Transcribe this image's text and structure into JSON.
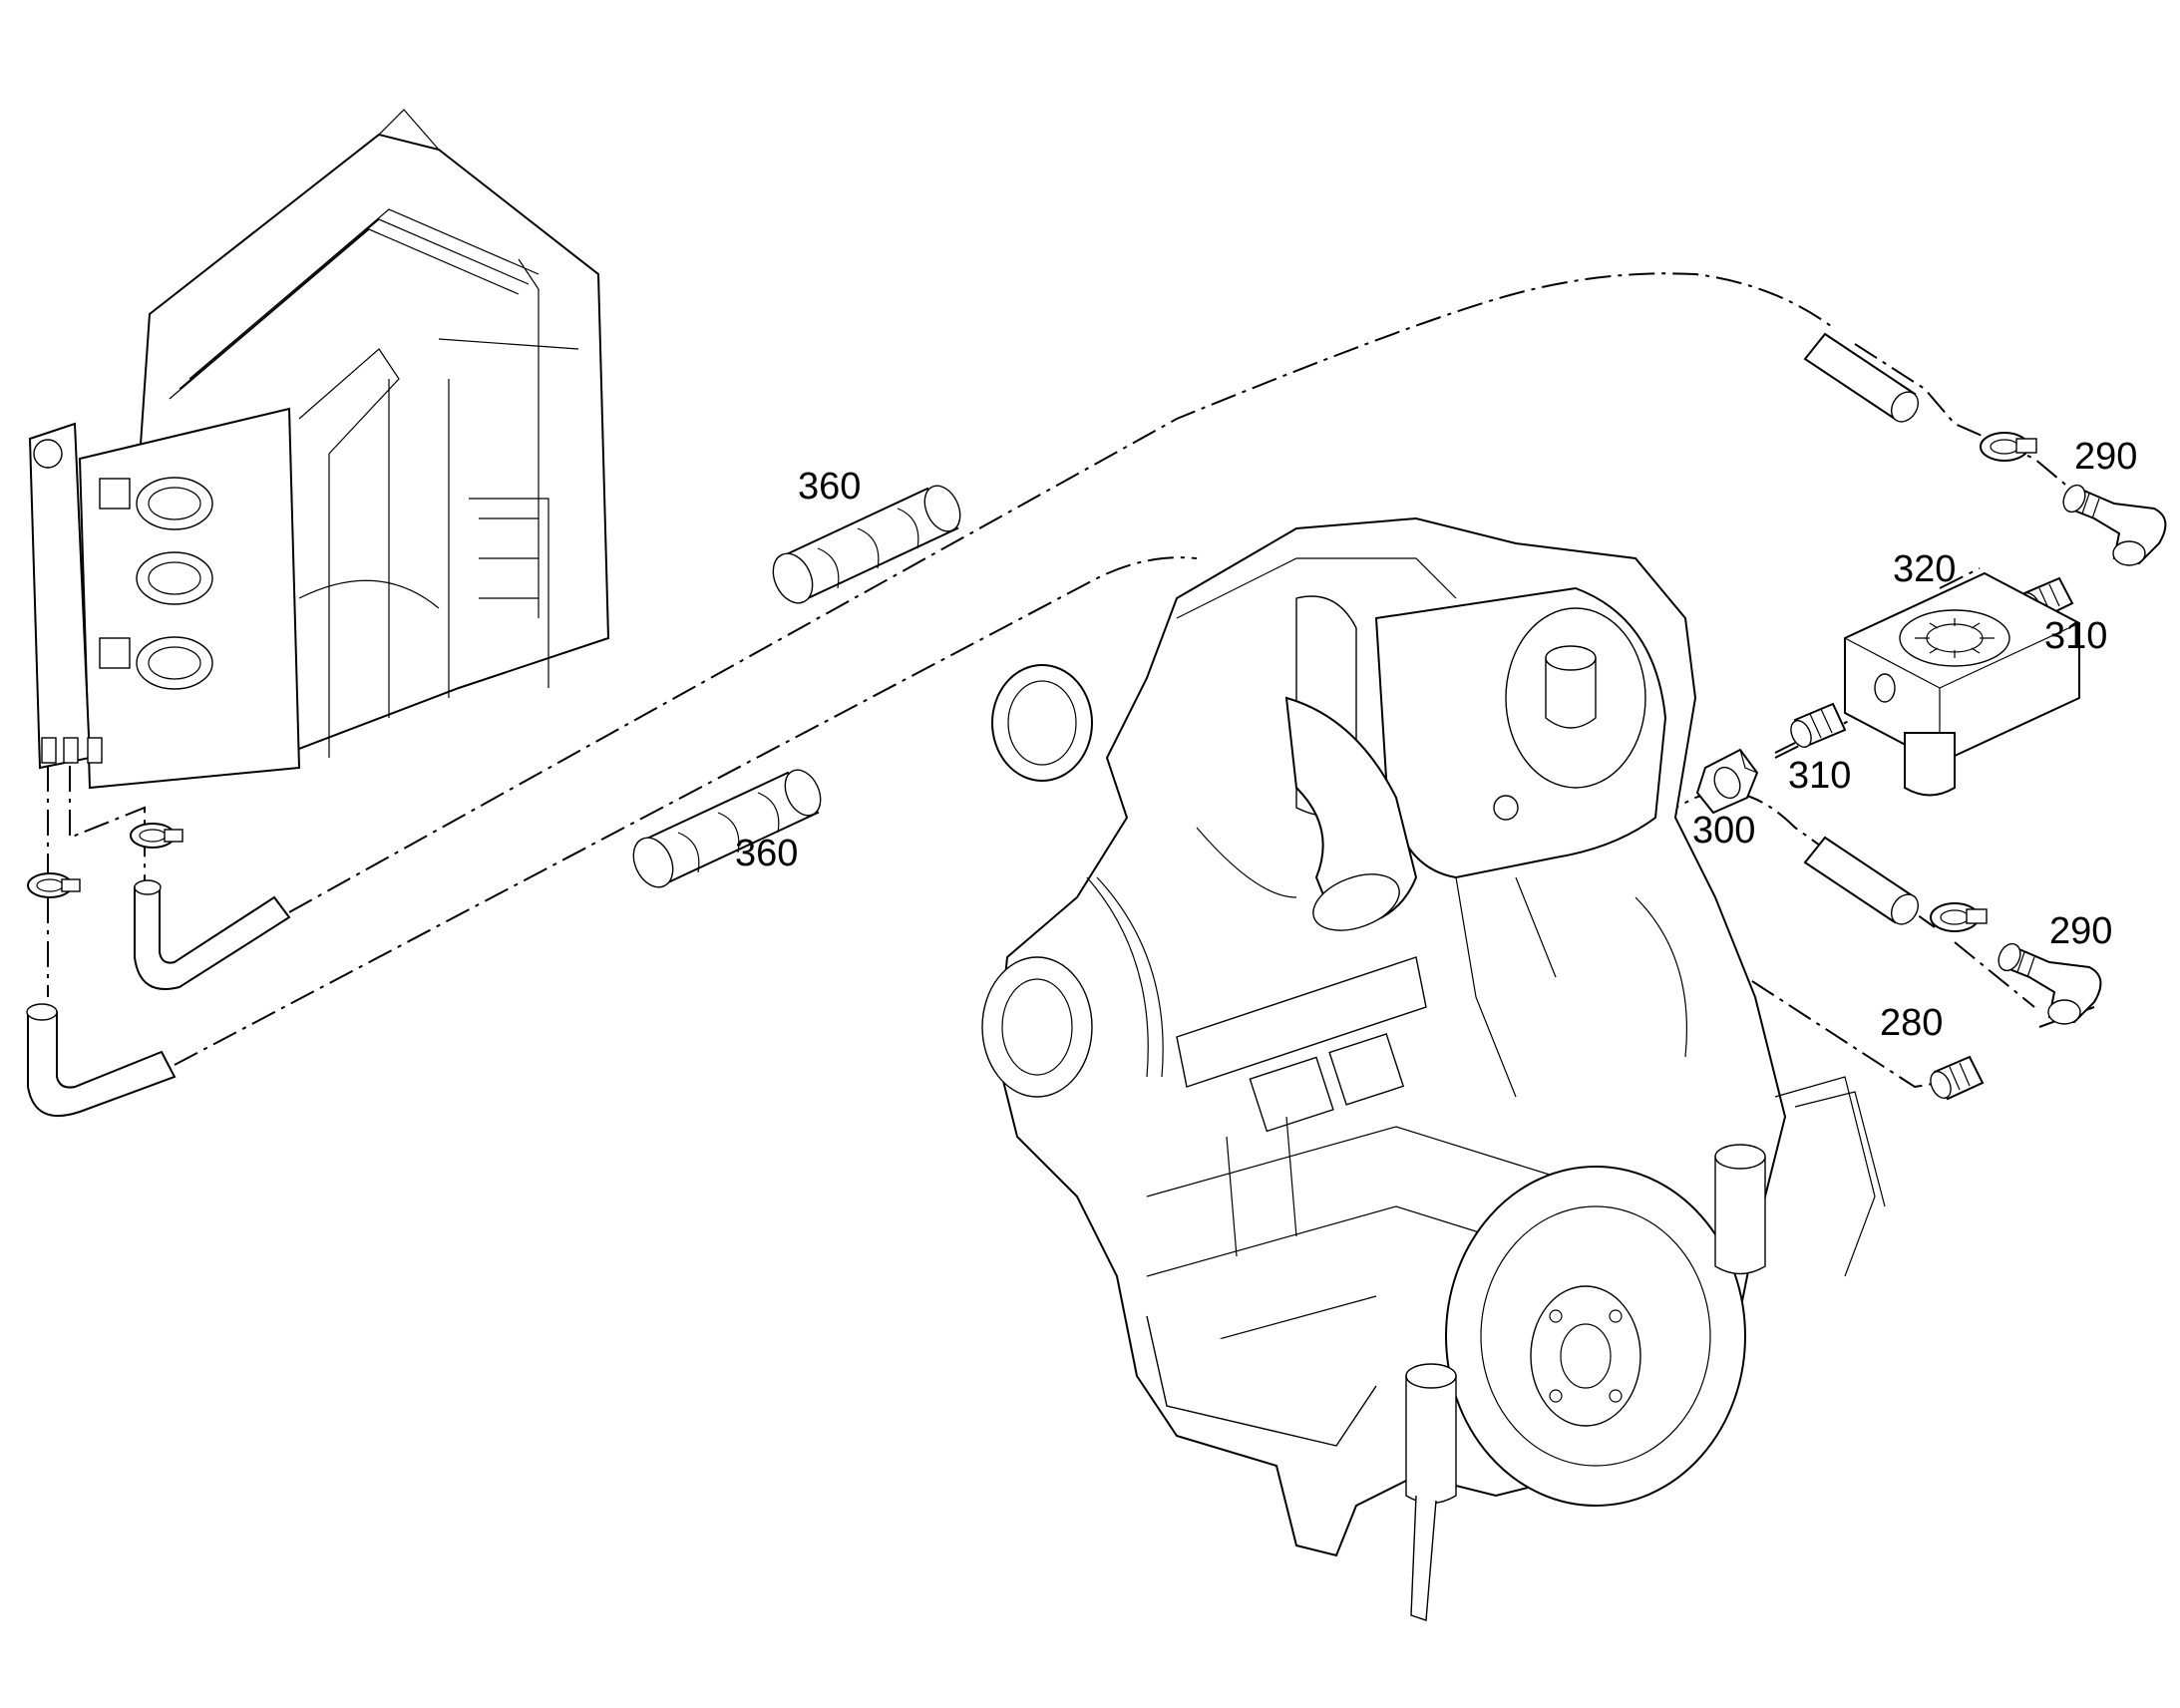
{
  "callouts": {
    "c290_top": "290",
    "c320": "320",
    "c310_right": "310",
    "c310_mid": "310",
    "c300": "300",
    "c290_bottom": "290",
    "c280": "280",
    "c360_top": "360",
    "c360_bottom": "360"
  },
  "colors": {
    "line": "#000000",
    "background": "#ffffff"
  }
}
